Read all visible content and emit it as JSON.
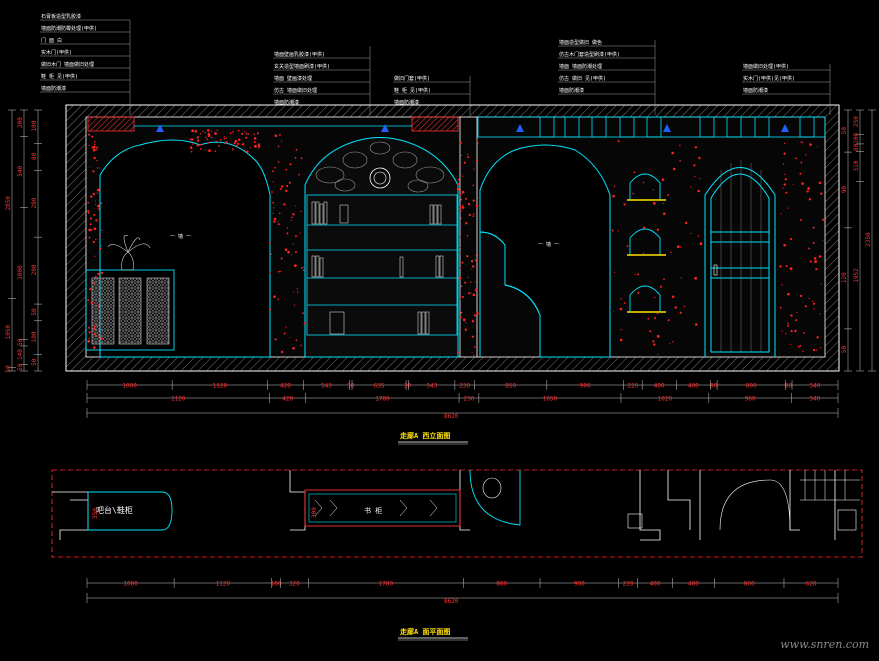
{
  "colors": {
    "background": "#000000",
    "line_cyan": "#00e5ff",
    "line_white": "#ffffff",
    "dimension_red": "#ff3030",
    "title_yellow": "#ffe000",
    "leader_white": "#c8c8c8"
  },
  "titles": {
    "elevation": "走廊A 西立面图",
    "plan": "走廊A 面平面图"
  },
  "annotations": {
    "group1": [
      "石膏板造型乳胶漆",
      "墙面防潮防霉处理(甲供)",
      "门 面 白",
      "实木门(甲供)",
      "做旧木门 墙面做旧处理",
      "鞋 柜 见(甲供)",
      "墙面防潮漆"
    ],
    "group2": [
      "墙面壁画乳胶漆(甲供)",
      "玄关造型墙面刷漆(甲供)",
      "墙面 壁画漆处理",
      "仿古 墙面做旧处理",
      "墙面防潮漆"
    ],
    "group3": [
      "做旧门套(甲供)",
      "鞋 柜 见(甲供)",
      "墙面防潮漆"
    ],
    "group4": [
      "墙面造型做旧 做色",
      "仿古木门套造型刷漆(甲供)",
      "墙面 墙面防潮处理",
      "仿古 做旧 见(甲供)",
      "墙面防潮漆"
    ],
    "group5": [
      "墙面做旧处理(甲供)",
      "实木门(甲供)见(甲供)",
      "墙面防潮漆"
    ]
  },
  "elevation_dims": {
    "row1": [
      "1000",
      "1120",
      "420",
      "543",
      "30",
      "635",
      "30",
      "543",
      "230",
      "850",
      "900",
      "220",
      "400",
      "400",
      "80",
      "800",
      "80",
      "540"
    ],
    "row2": [
      "2120",
      "420",
      "1780",
      "230",
      "1650",
      "1020",
      "960",
      "540"
    ],
    "total": "8620",
    "left_outer": [
      "2850",
      "1050",
      "50"
    ],
    "left_inner": [
      "200",
      "540",
      "1000",
      "50",
      "140",
      "50"
    ],
    "left_fine": [
      "100",
      "80",
      "200",
      "200",
      "50",
      "100",
      "50"
    ],
    "right_inner": [
      "250",
      "100",
      "80",
      "310",
      "1952"
    ],
    "right_outer": [
      "2350"
    ],
    "right_fine": [
      "50",
      "90",
      "120",
      "50"
    ]
  },
  "plan_dims": {
    "row1": [
      "1000",
      "1120",
      "100",
      "320",
      "1780",
      "880",
      "900",
      "220",
      "400",
      "480",
      "800",
      "620"
    ],
    "total": "8620",
    "labels": [
      "吧台\\鞋柜",
      "书  柜"
    ],
    "side": [
      "350",
      "300"
    ]
  },
  "elevation_labels": [
    "一 墙  一",
    "一 墙  一"
  ],
  "watermark": "www.snren.com"
}
